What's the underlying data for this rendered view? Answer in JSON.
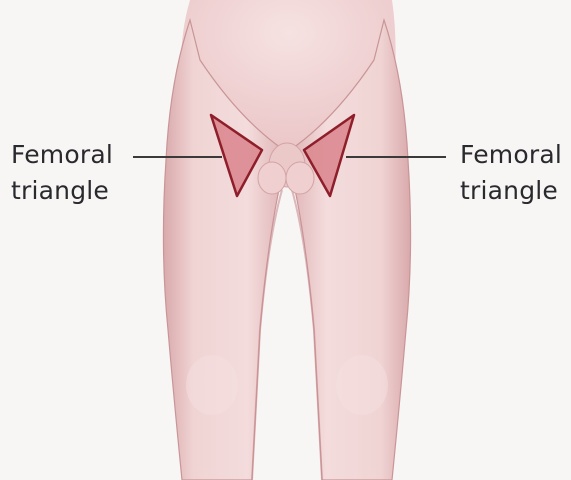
{
  "labels": {
    "left": {
      "line1": "Femoral",
      "line2": "triangle"
    },
    "right": {
      "line1": "Femoral",
      "line2": "triangle"
    }
  },
  "colors": {
    "background": "#f7f6f5",
    "skin": "#f0d4d4",
    "skin_shadow": "#d9a9ab",
    "triangle_fill": "#dc8890",
    "triangle_stroke": "#8e1f2a",
    "leader_line": "#3a3a3a"
  }
}
